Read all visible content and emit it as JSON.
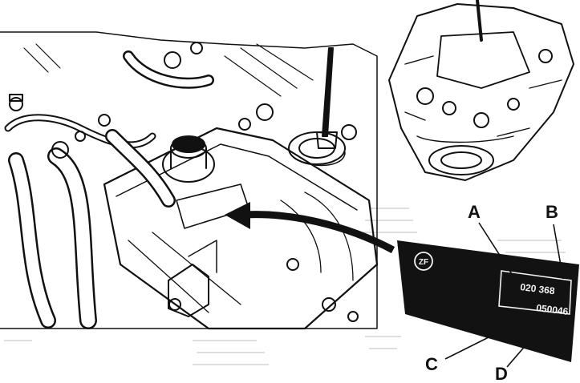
{
  "callouts": {
    "a": "A",
    "b": "B",
    "c": "C",
    "d": "D"
  },
  "plate": {
    "logo": "ZF",
    "code_top": "020 368",
    "code_bottom": "050046"
  },
  "colors": {
    "ink": "#111111",
    "plate": "#121212",
    "paper": "#ffffff"
  }
}
